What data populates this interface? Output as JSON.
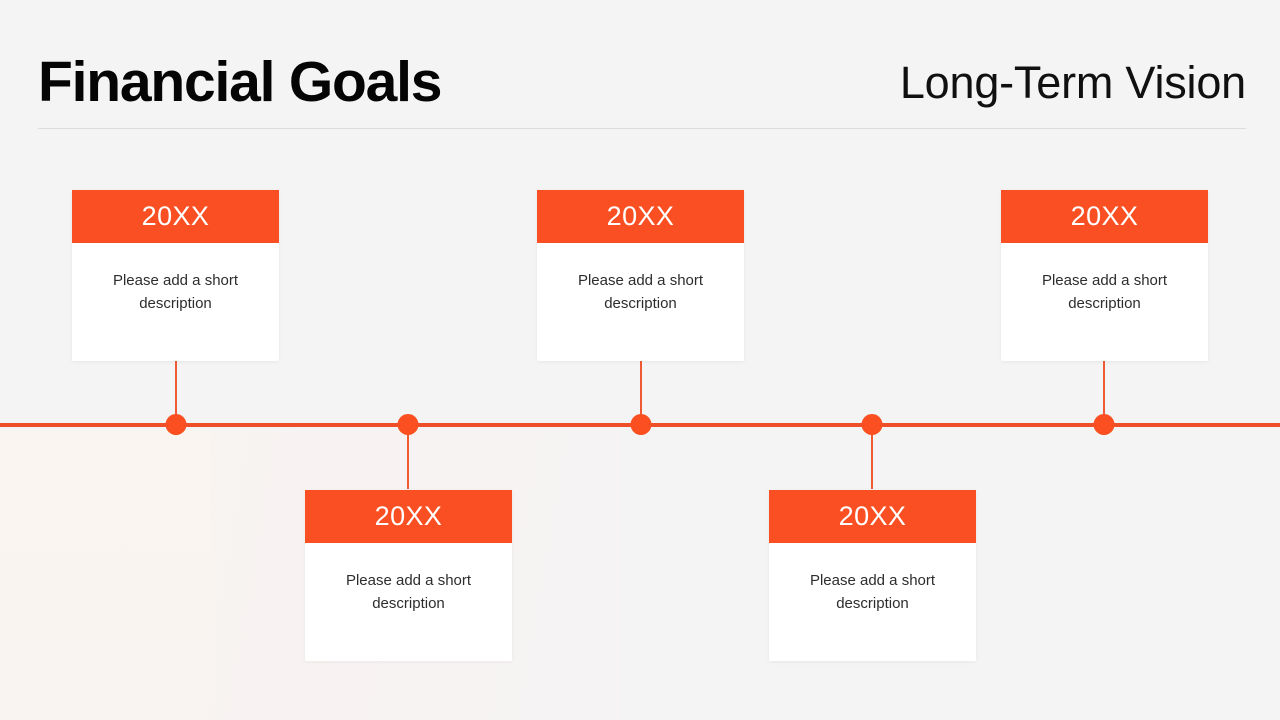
{
  "header": {
    "title": "Financial Goals",
    "subtitle": "Long-Term Vision"
  },
  "theme": {
    "accent": "#FA4F22",
    "axis": "#EE4F28",
    "background": "#F4F4F4",
    "card_body": "#FFFFFF",
    "rule": "#DCDCDC",
    "text_dark": "#2D2D2D",
    "text_title": "#050505"
  },
  "timeline": {
    "milestones": [
      {
        "year": "20XX",
        "description": "Please add a short description",
        "position": "above"
      },
      {
        "year": "20XX",
        "description": "Please add a short description",
        "position": "below"
      },
      {
        "year": "20XX",
        "description": "Please add a short description",
        "position": "above"
      },
      {
        "year": "20XX",
        "description": "Please add a short description",
        "position": "below"
      },
      {
        "year": "20XX",
        "description": "Please add a short description",
        "position": "above"
      }
    ]
  }
}
